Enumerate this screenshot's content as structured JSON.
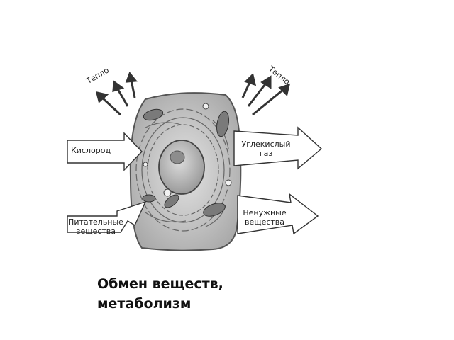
{
  "labels": {
    "heat_left": "Тепло",
    "heat_right": "Тепло",
    "oxygen": "Кислород",
    "co2_line1": "Углекислый",
    "co2_line2": "газ",
    "nutrients_line1": "Питательные",
    "nutrients_line2": "вещества",
    "waste_line1": "Ненужные",
    "waste_line2": "вещества"
  },
  "caption": {
    "line1": "Обмен веществ,",
    "line2": "метаболизм"
  },
  "colors": {
    "cell_fill": "#cfcfcf",
    "cell_stroke": "#555555",
    "arrow": "#333333"
  }
}
